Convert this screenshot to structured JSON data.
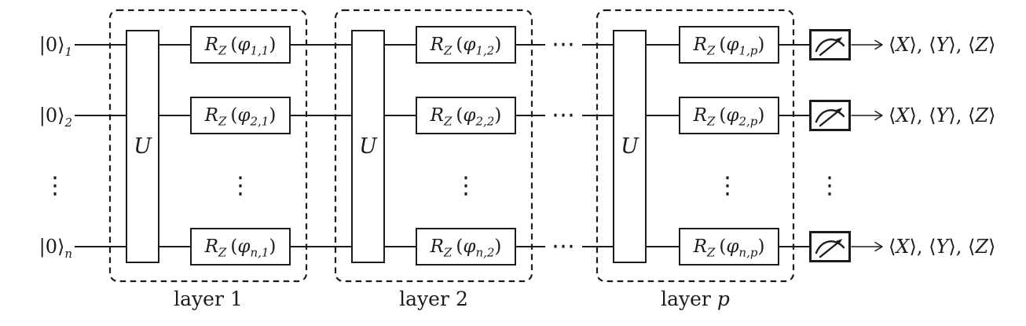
{
  "colors": {
    "background": "#ffffff",
    "ink": "#1b1b1b"
  },
  "qubits": [
    {
      "ket": "|0⟩",
      "sub": "1"
    },
    {
      "ket": "|0⟩",
      "sub": "2"
    },
    {
      "ket": "|0⟩",
      "sub": "n"
    }
  ],
  "ellipsis": {
    "vertical": "⋮",
    "horizontal": "⋯"
  },
  "layers": [
    {
      "label_word": "layer",
      "label_num": "1",
      "unitary": "U",
      "gates": [
        {
          "base": "R",
          "sub": "Z",
          "open": "(",
          "phi": "φ",
          "index": "1,1",
          "close": ")"
        },
        {
          "base": "R",
          "sub": "Z",
          "open": "(",
          "phi": "φ",
          "index": "2,1",
          "close": ")"
        },
        {
          "base": "R",
          "sub": "Z",
          "open": "(",
          "phi": "φ",
          "index": "n,1",
          "close": ")"
        }
      ]
    },
    {
      "label_word": "layer",
      "label_num": "2",
      "unitary": "U",
      "gates": [
        {
          "base": "R",
          "sub": "Z",
          "open": "(",
          "phi": "φ",
          "index": "1,2",
          "close": ")"
        },
        {
          "base": "R",
          "sub": "Z",
          "open": "(",
          "phi": "φ",
          "index": "2,2",
          "close": ")"
        },
        {
          "base": "R",
          "sub": "Z",
          "open": "(",
          "phi": "φ",
          "index": "n,2",
          "close": ")"
        }
      ]
    },
    {
      "label_word": "layer",
      "label_num": "p",
      "unitary": "U",
      "gates": [
        {
          "base": "R",
          "sub": "Z",
          "open": "(",
          "phi": "φ",
          "index": "1,p",
          "close": ")"
        },
        {
          "base": "R",
          "sub": "Z",
          "open": "(",
          "phi": "φ",
          "index": "2,p",
          "close": ")"
        },
        {
          "base": "R",
          "sub": "Z",
          "open": "(",
          "phi": "φ",
          "index": "n,p",
          "close": ")"
        }
      ]
    }
  ],
  "outputs": {
    "bra": "⟨",
    "ket": "⟩",
    "separator": ", ",
    "operators": [
      "X",
      "Y",
      "Z"
    ]
  }
}
